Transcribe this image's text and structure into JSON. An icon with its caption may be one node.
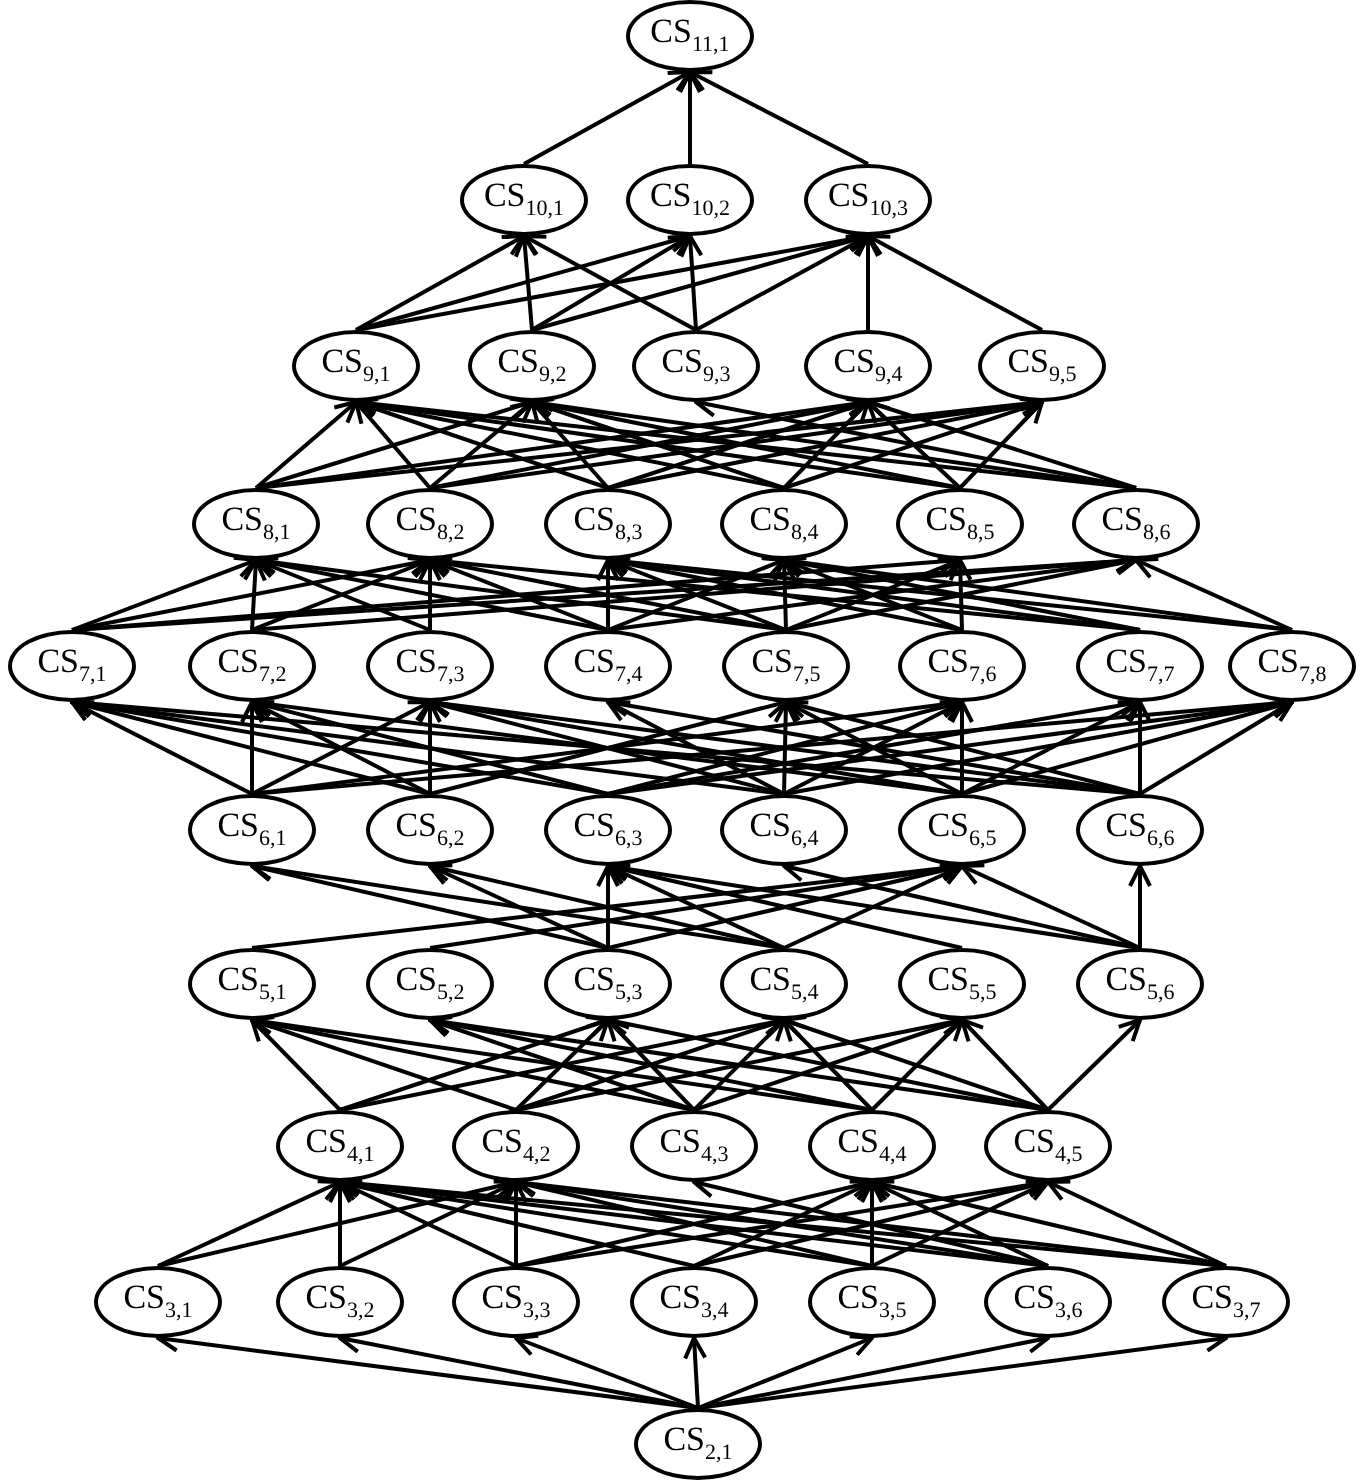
{
  "diagram": {
    "nodes": [
      {
        "text": [
          "CS$_{11,1}$"
        ]
      },
      {
        "text": [
          "CS$_{10,1}$"
        ]
      },
      {
        "text": [
          "CS$_{10,2}$"
        ]
      },
      {
        "text": [
          "CS$_{10,3}$"
        ]
      },
      {
        "text": [
          "CS$_{9,1}$"
        ]
      },
      {
        "text": [
          "CS$_{9,2}$"
        ]
      },
      {
        "text": [
          "CS$_{9,3}$"
        ]
      },
      {
        "text": [
          "CS$_{9,4}$"
        ]
      },
      {
        "text": [
          "CS$_{9,5}$"
        ]
      },
      {
        "text": [
          "CS$_{8,1}$"
        ]
      },
      {
        "text": [
          "CS$_{8,2}$"
        ]
      },
      {
        "text": [
          "CS$_{8,3}$"
        ]
      },
      {
        "text": [
          "CS$_{8,4}$"
        ]
      },
      {
        "text": [
          "CS$_{8,5}$"
        ]
      },
      {
        "text": [
          "CS$_{8,6}$"
        ]
      },
      {
        "text": [
          "CS$_{7,1}$"
        ]
      },
      {
        "text": [
          "CS$_{7,2}$"
        ]
      },
      {
        "text": [
          "CS$_{7,3}$"
        ]
      },
      {
        "text": [
          "CS$_{7,4}$"
        ]
      },
      {
        "text": [
          "CS$_{7,5}$"
        ]
      },
      {
        "text": [
          "CS$_{7,6}$"
        ]
      },
      {
        "text": [
          "CS$_{7,7}$"
        ]
      },
      {
        "text": [
          "CS$_{7,8}$"
        ]
      },
      {
        "text": [
          "CS$_{6,1}$"
        ]
      },
      {
        "text": [
          "CS$_{6,2}$"
        ]
      },
      {
        "text": [
          "CS$_{6,3}$"
        ]
      },
      {
        "text": [
          "CS$_{6,4}$"
        ]
      },
      {
        "text": [
          "CS$_{6,5}$"
        ]
      },
      {
        "text": [
          "CS$_{6,6}$"
        ]
      },
      {
        "text": [
          "CS$_{5,1}$"
        ]
      },
      {
        "text": [
          "CS$_{5,2}$"
        ]
      },
      {
        "text": [
          "CS$_{5,3}$"
        ]
      },
      {
        "text": [
          "CS$_{5,4}$"
        ]
      },
      {
        "text": [
          "CS$_{5,5}$"
        ]
      },
      {
        "text": [
          "CS$_{5,6}$"
        ]
      },
      {
        "text": [
          "CS$_{4,1}$"
        ]
      },
      {
        "text": [
          "CS$_{4,2}$"
        ]
      },
      {
        "text": [
          "CS$_{4,3}$"
        ]
      },
      {
        "text": [
          "CS$_{4,4}$"
        ]
      },
      {
        "text": [
          "CS$_{4,5}$"
        ]
      },
      {
        "text": [
          "CS$_{3,1}$"
        ]
      },
      {
        "text": [
          "CS$_{3,2}$"
        ]
      },
      {
        "text": [
          "CS$_{3,3}$"
        ]
      },
      {
        "text": [
          "CS$_{3,4}$"
        ]
      },
      {
        "text": [
          "CS$_{3,5}$"
        ]
      },
      {
        "text": [
          "CS$_{3,6}$"
        ]
      },
      {
        "text": [
          "CS$_{3,7}$"
        ]
      },
      {
        "text": [
          "CS$_{2,1}$"
        ]
      }
    ],
    "edges": [
      {
        "from": 1,
        "to": 0,
        "arrow": "to"
      },
      {
        "from": 2,
        "to": 0,
        "arrow": "to"
      },
      {
        "from": 3,
        "to": 0,
        "arrow": "to"
      },
      {
        "from": 4,
        "to": 1,
        "arrow": "to"
      },
      {
        "from": 4,
        "to": 2,
        "arrow": "to"
      },
      {
        "from": 4,
        "to": 3,
        "arrow": "to"
      },
      {
        "from": 5,
        "to": 1,
        "arrow": "to"
      },
      {
        "from": 5,
        "to": 2,
        "arrow": "to"
      },
      {
        "from": 5,
        "to": 3,
        "arrow": "to"
      },
      {
        "from": 6,
        "to": 1,
        "arrow": "to"
      },
      {
        "from": 6,
        "to": 2,
        "arrow": "to"
      },
      {
        "from": 6,
        "to": 3,
        "arrow": "to"
      },
      {
        "from": 7,
        "to": 3,
        "arrow": "to"
      },
      {
        "from": 8,
        "to": 3,
        "arrow": "to"
      },
      {
        "from": 9,
        "to": 4,
        "arrow": "to"
      },
      {
        "from": 9,
        "to": 5,
        "arrow": "to"
      },
      {
        "from": 9,
        "to": 7,
        "arrow": "to"
      },
      {
        "from": 9,
        "to": 8,
        "arrow": "to"
      },
      {
        "from": 10,
        "to": 4,
        "arrow": "to"
      },
      {
        "from": 10,
        "to": 5,
        "arrow": "to"
      },
      {
        "from": 10,
        "to": 7,
        "arrow": "to"
      },
      {
        "from": 10,
        "to": 8,
        "arrow": "to"
      },
      {
        "from": 11,
        "to": 4,
        "arrow": "to"
      },
      {
        "from": 11,
        "to": 5,
        "arrow": "to"
      },
      {
        "from": 11,
        "to": 7,
        "arrow": "to"
      },
      {
        "from": 11,
        "to": 8,
        "arrow": "to"
      },
      {
        "from": 12,
        "to": 4,
        "arrow": "to"
      },
      {
        "from": 12,
        "to": 5,
        "arrow": "to"
      },
      {
        "from": 12,
        "to": 7,
        "arrow": "to"
      },
      {
        "from": 12,
        "to": 8,
        "arrow": "to"
      },
      {
        "from": 13,
        "to": 4,
        "arrow": "to"
      },
      {
        "from": 13,
        "to": 5,
        "arrow": "to"
      },
      {
        "from": 13,
        "to": 7,
        "arrow": "to"
      },
      {
        "from": 13,
        "to": 8,
        "arrow": "to"
      },
      {
        "from": 14,
        "to": 4,
        "arrow": "to"
      },
      {
        "from": 14,
        "to": 5,
        "arrow": "to"
      },
      {
        "from": 14,
        "to": 6,
        "arrow": "to"
      },
      {
        "from": 14,
        "to": 7,
        "arrow": "to"
      },
      {
        "from": 15,
        "to": 9,
        "arrow": "to"
      },
      {
        "from": 15,
        "to": 10,
        "arrow": "to"
      },
      {
        "from": 15,
        "to": 13,
        "arrow": "to"
      },
      {
        "from": 15,
        "to": 14,
        "arrow": "to"
      },
      {
        "from": 16,
        "to": 9,
        "arrow": "to"
      },
      {
        "from": 16,
        "to": 10,
        "arrow": "to"
      },
      {
        "from": 16,
        "to": 14,
        "arrow": "to"
      },
      {
        "from": 17,
        "to": 9,
        "arrow": "to"
      },
      {
        "from": 17,
        "to": 10,
        "arrow": "to"
      },
      {
        "from": 18,
        "to": 9,
        "arrow": "to"
      },
      {
        "from": 18,
        "to": 10,
        "arrow": "to"
      },
      {
        "from": 18,
        "to": 11,
        "arrow": "to"
      },
      {
        "from": 18,
        "to": 12,
        "arrow": "to"
      },
      {
        "from": 18,
        "to": 14,
        "arrow": "to"
      },
      {
        "from": 19,
        "to": 9,
        "arrow": "to"
      },
      {
        "from": 19,
        "to": 10,
        "arrow": "to"
      },
      {
        "from": 19,
        "to": 11,
        "arrow": "to"
      },
      {
        "from": 19,
        "to": 12,
        "arrow": "to"
      },
      {
        "from": 19,
        "to": 13,
        "arrow": "to"
      },
      {
        "from": 19,
        "to": 14,
        "arrow": "to"
      },
      {
        "from": 20,
        "to": 11,
        "arrow": "to"
      },
      {
        "from": 20,
        "to": 12,
        "arrow": "to"
      },
      {
        "from": 20,
        "to": 13,
        "arrow": "to"
      },
      {
        "from": 21,
        "to": 10,
        "arrow": "to"
      },
      {
        "from": 21,
        "to": 11,
        "arrow": "to"
      },
      {
        "from": 21,
        "to": 12,
        "arrow": "to"
      },
      {
        "from": 22,
        "to": 11,
        "arrow": "to"
      },
      {
        "from": 22,
        "to": 12,
        "arrow": "to"
      },
      {
        "from": 22,
        "to": 14,
        "arrow": "to"
      },
      {
        "from": 23,
        "to": 15,
        "arrow": "to"
      },
      {
        "from": 23,
        "to": 16,
        "arrow": "to"
      },
      {
        "from": 23,
        "to": 17,
        "arrow": "to"
      },
      {
        "from": 23,
        "to": 20,
        "arrow": "to"
      },
      {
        "from": 23,
        "to": 22,
        "arrow": "to"
      },
      {
        "from": 24,
        "to": 15,
        "arrow": "to"
      },
      {
        "from": 24,
        "to": 16,
        "arrow": "to"
      },
      {
        "from": 24,
        "to": 17,
        "arrow": "to"
      },
      {
        "from": 24,
        "to": 19,
        "arrow": "to"
      },
      {
        "from": 25,
        "to": 15,
        "arrow": "to"
      },
      {
        "from": 25,
        "to": 16,
        "arrow": "to"
      },
      {
        "from": 25,
        "to": 20,
        "arrow": "to"
      },
      {
        "from": 25,
        "to": 21,
        "arrow": "to"
      },
      {
        "from": 25,
        "to": 22,
        "arrow": "to"
      },
      {
        "from": 26,
        "to": 15,
        "arrow": "to"
      },
      {
        "from": 26,
        "to": 17,
        "arrow": "to"
      },
      {
        "from": 26,
        "to": 18,
        "arrow": "to"
      },
      {
        "from": 26,
        "to": 19,
        "arrow": "to"
      },
      {
        "from": 26,
        "to": 20,
        "arrow": "to"
      },
      {
        "from": 26,
        "to": 22,
        "arrow": "to"
      },
      {
        "from": 27,
        "to": 16,
        "arrow": "to"
      },
      {
        "from": 27,
        "to": 17,
        "arrow": "to"
      },
      {
        "from": 27,
        "to": 19,
        "arrow": "to"
      },
      {
        "from": 27,
        "to": 20,
        "arrow": "to"
      },
      {
        "from": 27,
        "to": 21,
        "arrow": "to"
      },
      {
        "from": 27,
        "to": 22,
        "arrow": "to"
      },
      {
        "from": 28,
        "to": 15,
        "arrow": "to"
      },
      {
        "from": 28,
        "to": 17,
        "arrow": "to"
      },
      {
        "from": 28,
        "to": 18,
        "arrow": "to"
      },
      {
        "from": 28,
        "to": 19,
        "arrow": "to"
      },
      {
        "from": 28,
        "to": 21,
        "arrow": "to"
      },
      {
        "from": 28,
        "to": 22,
        "arrow": "to"
      },
      {
        "from": 29,
        "to": 27,
        "arrow": "to"
      },
      {
        "from": 30,
        "to": 27,
        "arrow": "to"
      },
      {
        "from": 31,
        "to": 23,
        "arrow": "to"
      },
      {
        "from": 31,
        "to": 24,
        "arrow": "to"
      },
      {
        "from": 31,
        "to": 25,
        "arrow": "to"
      },
      {
        "from": 31,
        "to": 27,
        "arrow": "to"
      },
      {
        "from": 32,
        "to": 23,
        "arrow": "to"
      },
      {
        "from": 32,
        "to": 24,
        "arrow": "to"
      },
      {
        "from": 32,
        "to": 25,
        "arrow": "to"
      },
      {
        "from": 32,
        "to": 27,
        "arrow": "to"
      },
      {
        "from": 33,
        "to": 25,
        "arrow": "to"
      },
      {
        "from": 34,
        "to": 25,
        "arrow": "to"
      },
      {
        "from": 34,
        "to": 26,
        "arrow": "to"
      },
      {
        "from": 34,
        "to": 27,
        "arrow": "to"
      },
      {
        "from": 34,
        "to": 28,
        "arrow": "to"
      },
      {
        "from": 35,
        "to": 29,
        "arrow": "to"
      },
      {
        "from": 35,
        "to": 31,
        "arrow": "to"
      },
      {
        "from": 35,
        "to": 32,
        "arrow": "to"
      },
      {
        "from": 36,
        "to": 29,
        "arrow": "to"
      },
      {
        "from": 36,
        "to": 31,
        "arrow": "to"
      },
      {
        "from": 36,
        "to": 32,
        "arrow": "to"
      },
      {
        "from": 36,
        "to": 33,
        "arrow": "to"
      },
      {
        "from": 37,
        "to": 29,
        "arrow": "to"
      },
      {
        "from": 37,
        "to": 30,
        "arrow": "to"
      },
      {
        "from": 37,
        "to": 31,
        "arrow": "to"
      },
      {
        "from": 37,
        "to": 32,
        "arrow": "to"
      },
      {
        "from": 37,
        "to": 33,
        "arrow": "to"
      },
      {
        "from": 38,
        "to": 29,
        "arrow": "to"
      },
      {
        "from": 38,
        "to": 30,
        "arrow": "to"
      },
      {
        "from": 38,
        "to": 32,
        "arrow": "to"
      },
      {
        "from": 38,
        "to": 33,
        "arrow": "to"
      },
      {
        "from": 39,
        "to": 30,
        "arrow": "to"
      },
      {
        "from": 39,
        "to": 31,
        "arrow": "to"
      },
      {
        "from": 39,
        "to": 32,
        "arrow": "to"
      },
      {
        "from": 39,
        "to": 33,
        "arrow": "to"
      },
      {
        "from": 39,
        "to": 34,
        "arrow": "to"
      },
      {
        "from": 40,
        "to": 35,
        "arrow": "to"
      },
      {
        "from": 40,
        "to": 36,
        "arrow": "to"
      },
      {
        "from": 41,
        "to": 35,
        "arrow": "to"
      },
      {
        "from": 41,
        "to": 36,
        "arrow": "to"
      },
      {
        "from": 42,
        "to": 35,
        "arrow": "to"
      },
      {
        "from": 42,
        "to": 36,
        "arrow": "to"
      },
      {
        "from": 42,
        "to": 38,
        "arrow": "to"
      },
      {
        "from": 42,
        "to": 39,
        "arrow": "to"
      },
      {
        "from": 43,
        "to": 35,
        "arrow": "to"
      },
      {
        "from": 43,
        "to": 38,
        "arrow": "to"
      },
      {
        "from": 43,
        "to": 39,
        "arrow": "to"
      },
      {
        "from": 44,
        "to": 35,
        "arrow": "to"
      },
      {
        "from": 44,
        "to": 36,
        "arrow": "to"
      },
      {
        "from": 44,
        "to": 38,
        "arrow": "to"
      },
      {
        "from": 44,
        "to": 39,
        "arrow": "to"
      },
      {
        "from": 45,
        "to": 35,
        "arrow": "to"
      },
      {
        "from": 45,
        "to": 36,
        "arrow": "to"
      },
      {
        "from": 45,
        "to": 37,
        "arrow": "to"
      },
      {
        "from": 45,
        "to": 38,
        "arrow": "to"
      },
      {
        "from": 46,
        "to": 35,
        "arrow": "to"
      },
      {
        "from": 46,
        "to": 36,
        "arrow": "to"
      },
      {
        "from": 46,
        "to": 38,
        "arrow": "to"
      },
      {
        "from": 46,
        "to": 39,
        "arrow": "to"
      },
      {
        "from": 47,
        "to": 40,
        "arrow": "to"
      },
      {
        "from": 47,
        "to": 41,
        "arrow": "to"
      },
      {
        "from": 47,
        "to": 42,
        "arrow": "to"
      },
      {
        "from": 47,
        "to": 43,
        "arrow": "to"
      },
      {
        "from": 47,
        "to": 44,
        "arrow": "to"
      },
      {
        "from": 47,
        "to": 45,
        "arrow": "to"
      },
      {
        "from": 47,
        "to": 46,
        "arrow": "to"
      }
    ]
  }
}
